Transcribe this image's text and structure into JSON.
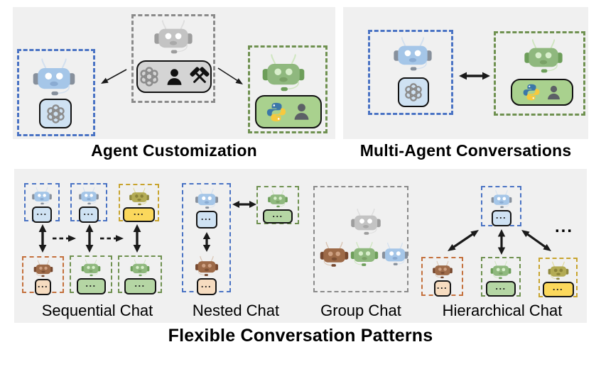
{
  "titles": {
    "agent_customization": "Agent Customization",
    "multi_agent_conversations": "Multi-Agent Conversations",
    "flexible_conversation_patterns": "Flexible Conversation Patterns"
  },
  "patterns": {
    "sequential": "Sequential Chat",
    "nested": "Nested Chat",
    "group": "Group Chat",
    "hierarchical": "Hierarchical Chat"
  },
  "glyphs": {
    "chat_dots": "...",
    "more_agents": "..."
  },
  "icons": {
    "openai": "openai-logo",
    "python": "python-logo",
    "person": "human-user",
    "hammers": "crossed-tools",
    "robot": "agent-robot"
  },
  "palette": {
    "panel_bg": "#f0f0f0",
    "arrow": "#1a1a1a",
    "dash_blue": "#4a73c4",
    "dash_gray": "#8a8a8a",
    "dash_green": "#6f9150",
    "dash_orange": "#c4703c",
    "dash_yellow": "#c8a42e",
    "chat_blue": "#cfe2f3",
    "chat_green": "#b5d6a4",
    "chat_yellow": "#fbd85c",
    "chat_peach": "#f6dcc0",
    "chip_blue": "#cfe2f3",
    "pill_gray": "#d4d4d4",
    "pill_green": "#a9d18e",
    "icon_gray": "#8c8c8c",
    "icon_black": "#111111",
    "person_gray": "#5c6066",
    "python_blue": "#3b77a8",
    "python_yellow": "#f7c93e",
    "robot_blue_head": "#a5c6e8",
    "robot_blue_ear": "#87909c",
    "robot_blue_eye": "#ffffff",
    "robot_blue_mouth": "#8aabd2",
    "robot_blue_acc": "#d3e0ef",
    "robot_green_head": "#8fb87e",
    "robot_green_ear": "#6d9e5a",
    "robot_green_eye": "#d8eecb",
    "robot_green_mouth": "#7aa167",
    "robot_green_acc": "#cfe6c0",
    "robot_gray_head": "#c3c3c3",
    "robot_gray_ear": "#9d9d9d",
    "robot_gray_eye": "#ffffff",
    "robot_gray_mouth": "#a9a9a9",
    "robot_gray_acc": "#dedede",
    "robot_brown_head": "#9d6a48",
    "robot_brown_ear": "#76482f",
    "robot_brown_eye": "#cfa183",
    "robot_brown_mouth": "#7c4f34",
    "robot_brown_acc": "#d9c3b0",
    "robot_olive_head": "#b3ab54",
    "robot_olive_ear": "#8f883e",
    "robot_olive_eye": "#8a8238",
    "robot_olive_mouth": "#8a8238",
    "robot_olive_acc": "#ded890"
  }
}
